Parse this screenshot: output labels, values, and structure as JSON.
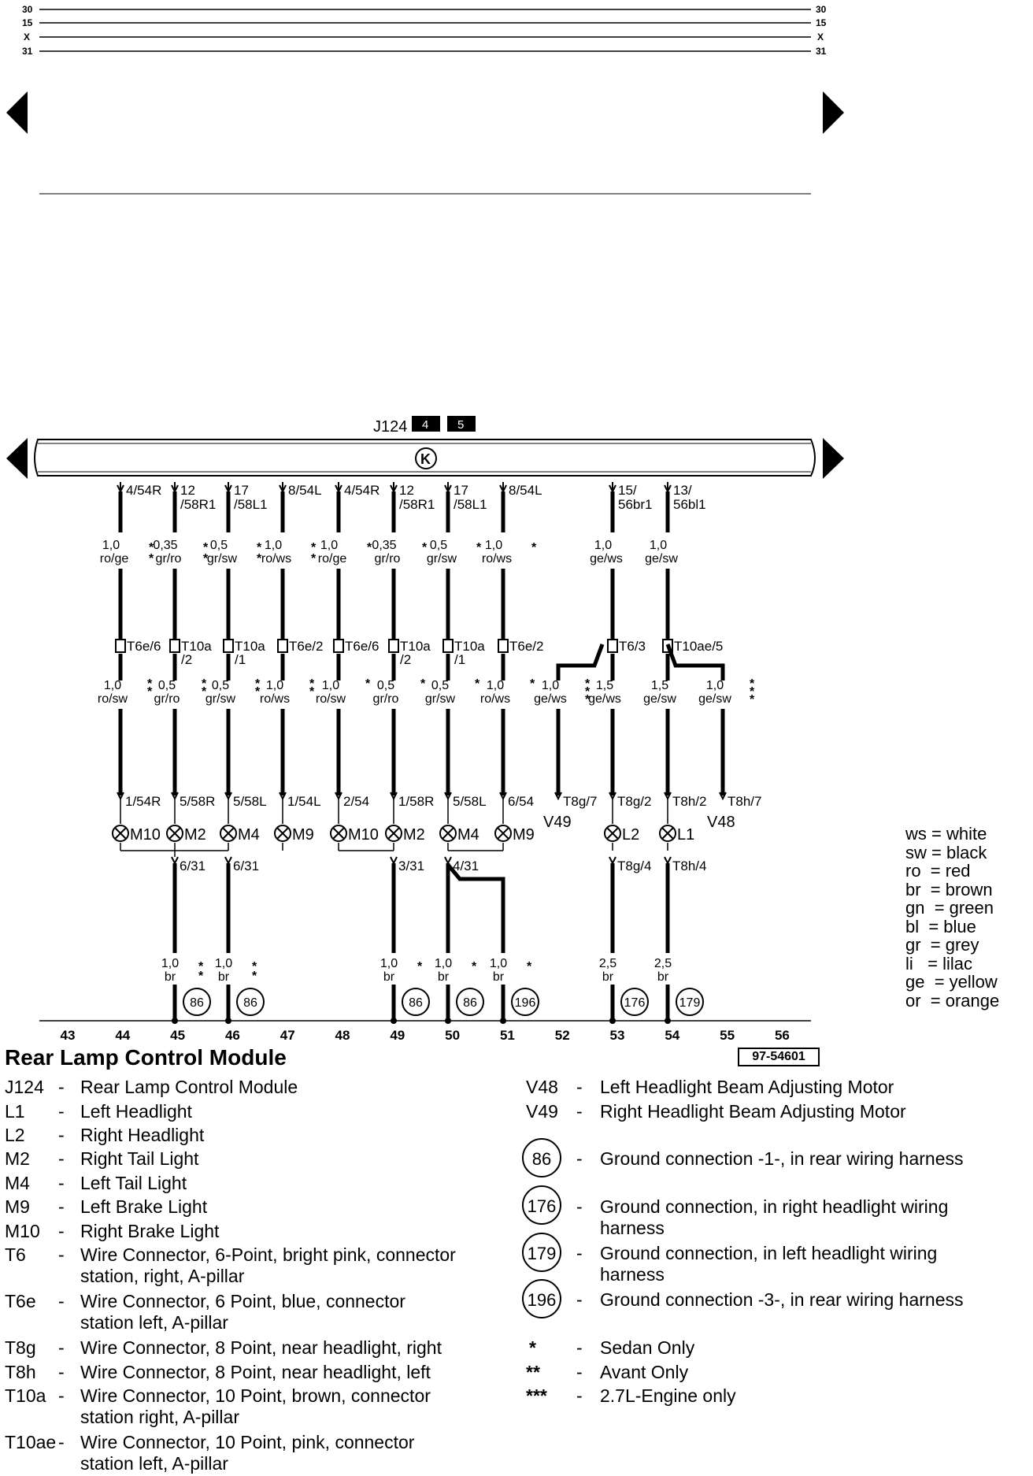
{
  "rails": {
    "left": [
      "30",
      "15",
      "X",
      "31"
    ],
    "right": [
      "30",
      "15",
      "X",
      "31"
    ]
  },
  "module": {
    "id": "J124",
    "badges": [
      "4",
      "5"
    ],
    "symbol": "K"
  },
  "pins": [
    "4/54R",
    "12\n/58R1",
    "17\n/58L1",
    "8/54L",
    "4/54R",
    "12\n/58R1",
    "17\n/58L1",
    "8/54L",
    "15/\n56br1",
    "13/\n56bl1"
  ],
  "upper_wires": [
    {
      "size": "1,0",
      "color": "ro/ge",
      "mark": "* *"
    },
    {
      "size": "0,35",
      "color": "gr/ro",
      "mark": "* *"
    },
    {
      "size": "0,5",
      "color": "gr/sw",
      "mark": "* *"
    },
    {
      "size": "1,0",
      "color": "ro/ws",
      "mark": "* *"
    },
    {
      "size": "1,0",
      "color": "ro/ge",
      "mark": "*"
    },
    {
      "size": "0,35",
      "color": "gr/ro",
      "mark": "*"
    },
    {
      "size": "0,5",
      "color": "gr/sw",
      "mark": "*"
    },
    {
      "size": "1,0",
      "color": "ro/ws",
      "mark": "*"
    },
    {
      "size": "1,0",
      "color": "ge/ws",
      "mark": ""
    },
    {
      "size": "1,0",
      "color": "ge/sw",
      "mark": ""
    }
  ],
  "connectors": [
    "T6e/6",
    "T10a\n/2",
    "T10a\n/1",
    "T6e/2",
    "T6e/6",
    "T10a\n/2",
    "T10a\n/1",
    "T6e/2",
    "T6/3",
    "T10ae/5"
  ],
  "lower_wires": [
    {
      "size": "1,0",
      "color": "ro/sw",
      "mark": "* *"
    },
    {
      "size": "0,5",
      "color": "gr/ro",
      "mark": "* *"
    },
    {
      "size": "0,5",
      "color": "gr/sw",
      "mark": "* *"
    },
    {
      "size": "1,0",
      "color": "ro/ws",
      "mark": "* *"
    },
    {
      "size": "1,0",
      "color": "ro/sw",
      "mark": "*"
    },
    {
      "size": "0,5",
      "color": "gr/ro",
      "mark": "*"
    },
    {
      "size": "0,5",
      "color": "gr/sw",
      "mark": "*"
    },
    {
      "size": "1,0",
      "color": "ro/ws",
      "mark": "*"
    },
    {
      "size": "1,0",
      "color": "ge/ws",
      "mark": "* * *"
    },
    {
      "size": "1,5",
      "color": "ge/ws",
      "mark": ""
    },
    {
      "size": "1,5",
      "color": "ge/sw",
      "mark": ""
    },
    {
      "size": "1,0",
      "color": "ge/sw",
      "mark": "* * *"
    }
  ],
  "device_pins": [
    "1/54R",
    "5/58R",
    "5/58L",
    "1/54L",
    "2/54",
    "1/58R",
    "5/58L",
    "6/54",
    "T8g/7",
    "T8g/2",
    "T8h/2",
    "T8h/7"
  ],
  "devices": [
    "M10",
    "M2",
    "M4",
    "M9",
    "M10",
    "M2",
    "M4",
    "M9",
    "L2",
    "L1"
  ],
  "motors": [
    "V49",
    "V48"
  ],
  "ground_pins": [
    "6/31",
    "6/31",
    "3/31",
    "4/31",
    "T8g/4",
    "T8h/4"
  ],
  "ground_wires": [
    {
      "size": "1,0",
      "color": "br",
      "mark": "* *"
    },
    {
      "size": "1,0",
      "color": "br",
      "mark": "* *"
    },
    {
      "size": "1,0",
      "color": "br",
      "mark": "*"
    },
    {
      "size": "1,0",
      "color": "br",
      "mark": "*"
    },
    {
      "size": "1,0",
      "color": "br",
      "mark": "*"
    },
    {
      "size": "2,5",
      "color": "br",
      "mark": ""
    },
    {
      "size": "2,5",
      "color": "br",
      "mark": ""
    }
  ],
  "grounds": [
    "86",
    "86",
    "86",
    "86",
    "196",
    "176",
    "179"
  ],
  "columns": [
    "43",
    "44",
    "45",
    "46",
    "47",
    "48",
    "49",
    "50",
    "51",
    "52",
    "53",
    "54",
    "55",
    "56"
  ],
  "color_legend": [
    "ws = white",
    "sw = black",
    "ro  = red",
    "br  = brown",
    "gn  = green",
    "bl  = blue",
    "gr  = grey",
    "li   = lilac",
    "ge  = yellow",
    "or  = orange"
  ],
  "title": "Rear Lamp Control Module",
  "ref_code": "97-54601",
  "key_left": [
    {
      "code": "J124",
      "desc": "Rear Lamp Control Module"
    },
    {
      "code": "L1",
      "desc": "Left Headlight"
    },
    {
      "code": "L2",
      "desc": "Right Headlight"
    },
    {
      "code": "M2",
      "desc": "Right Tail Light"
    },
    {
      "code": "M4",
      "desc": "Left Tail Light"
    },
    {
      "code": "M9",
      "desc": "Left Brake Light"
    },
    {
      "code": "M10",
      "desc": "Right Brake Light"
    },
    {
      "code": "T6",
      "desc": "Wire Connector, 6-Point, bright pink, connector station, right, A-pillar"
    },
    {
      "code": "T6e",
      "desc": "Wire Connector, 6 Point, blue, connector station left, A-pillar"
    },
    {
      "code": "T8g",
      "desc": "Wire Connector, 8 Point, near headlight, right"
    },
    {
      "code": "T8h",
      "desc": "Wire Connector, 8 Point, near headlight, left"
    },
    {
      "code": "T10a",
      "desc": "Wire Connector, 10 Point, brown, connector station right, A-pillar"
    },
    {
      "code": "T10ae",
      "desc": "Wire Connector, 10 Point, pink, connector station left, A-pillar"
    }
  ],
  "key_right": [
    {
      "code": "V48",
      "desc": "Left Headlight Beam Adjusting Motor"
    },
    {
      "code": "V49",
      "desc": "Right Headlight Beam Adjusting Motor"
    },
    {
      "code": "86",
      "desc": "Ground connection -1-, in rear wiring harness"
    },
    {
      "code": "176",
      "desc": "Ground connection, in right headlight wiring harness"
    },
    {
      "code": "179",
      "desc": "Ground connection, in left headlight wiring harness"
    },
    {
      "code": "196",
      "desc": "Ground connection -3-, in rear wiring harness"
    },
    {
      "code": "*",
      "desc": "Sedan Only"
    },
    {
      "code": "**",
      "desc": "Avant Only"
    },
    {
      "code": "***",
      "desc": "2.7L-Engine only"
    }
  ]
}
